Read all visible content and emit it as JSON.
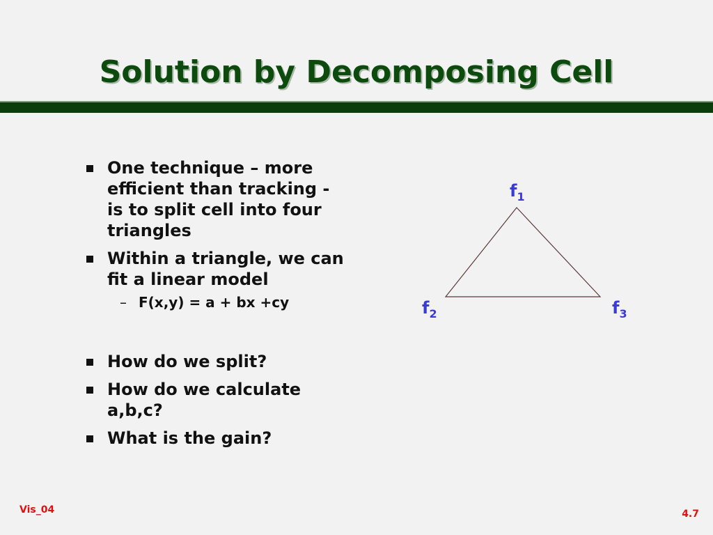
{
  "slide": {
    "title": "Solution by Decomposing Cell",
    "bullets": [
      {
        "text": "One technique – more efficient than tracking - is to split cell into four triangles"
      },
      {
        "text": "Within a triangle, we can fit a linear model"
      },
      {
        "text": "How do we split?"
      },
      {
        "text": "How do we calculate a,b,c?"
      },
      {
        "text": "What is the gain?"
      }
    ],
    "sub_bullet": {
      "dash": "–",
      "text": "F(x,y) = a + bx +cy"
    },
    "diagram": {
      "vertices": [
        {
          "base": "f",
          "sub": "1"
        },
        {
          "base": "f",
          "sub": "2"
        },
        {
          "base": "f",
          "sub": "3"
        }
      ]
    },
    "footer": {
      "left": "Vis_04",
      "right": "4.7"
    }
  },
  "colors": {
    "title": "#0d4a0d",
    "rule": "#0a3d0a",
    "label": "#3a3ad6",
    "footer": "#e01010",
    "background": "#f2f2f2"
  }
}
